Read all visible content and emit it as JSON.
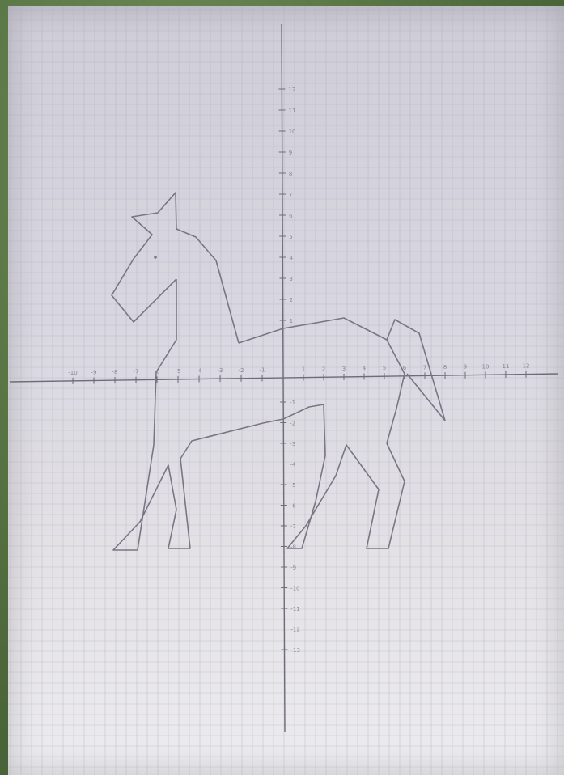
{
  "image": {
    "subject": "horse figure drawn on graph paper with coordinate axes",
    "colors": {
      "background": "#4e6b3e",
      "paper": "#d9d7df",
      "grid": "#a9a7b6",
      "axis": "#6e6c78",
      "drawing": "#7a7584"
    },
    "x_tick_labels": [
      "-10",
      "-9",
      "-8",
      "-7",
      "-6",
      "-5",
      "-4",
      "-3",
      "-2",
      "-1",
      "1",
      "2",
      "3",
      "4",
      "5",
      "6",
      "7",
      "8",
      "9",
      "10",
      "11",
      "12"
    ],
    "y_tick_labels": [
      "12",
      "11",
      "10",
      "9",
      "8",
      "7",
      "6",
      "5",
      "4",
      "3",
      "2",
      "1",
      "-1",
      "-2",
      "-3",
      "-4",
      "-5",
      "-6",
      "-7",
      "-8",
      "-9",
      "-10",
      "-11",
      "-12",
      "-13"
    ]
  }
}
